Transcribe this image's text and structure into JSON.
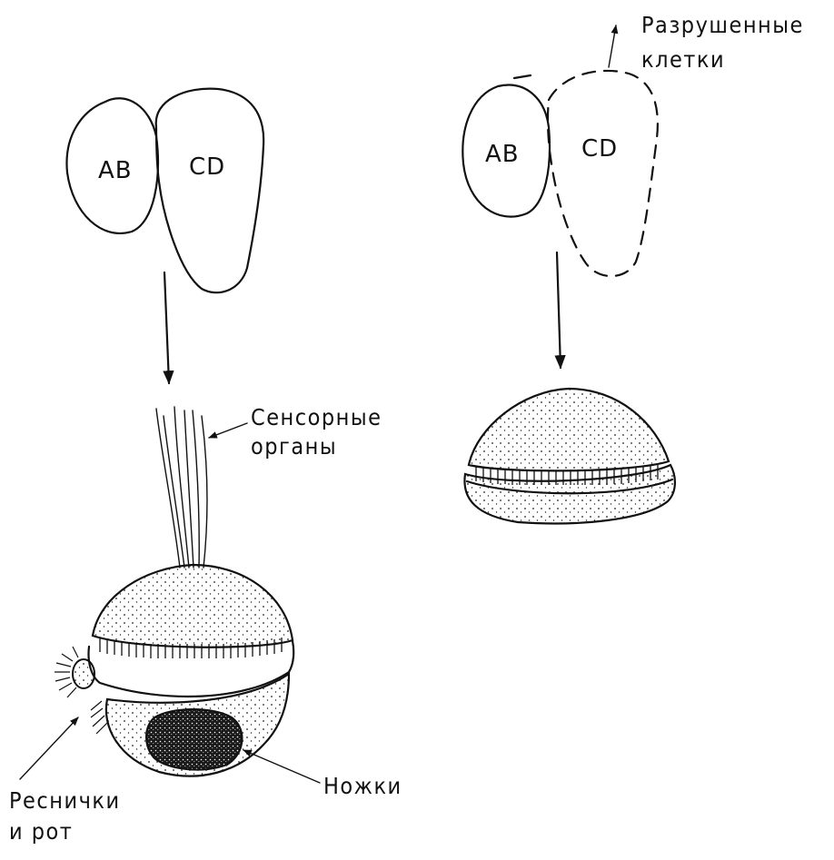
{
  "normal_embryo": {
    "cell_ab": "AB",
    "cell_cd": "CD"
  },
  "cd_destroyed_embryo": {
    "cell_ab": "AB",
    "cell_cd": "CD",
    "destroyed_label_line1": "Разрушенные",
    "destroyed_label_line2": "клетки"
  },
  "larva_labels": {
    "sensory_line1": "Сенсорные",
    "sensory_line2": "органы",
    "cilia_line1": "Реснички",
    "cilia_line2": "и рот",
    "feet": "Ножки"
  },
  "colors": {
    "ink": "#111111",
    "background": "#ffffff"
  }
}
